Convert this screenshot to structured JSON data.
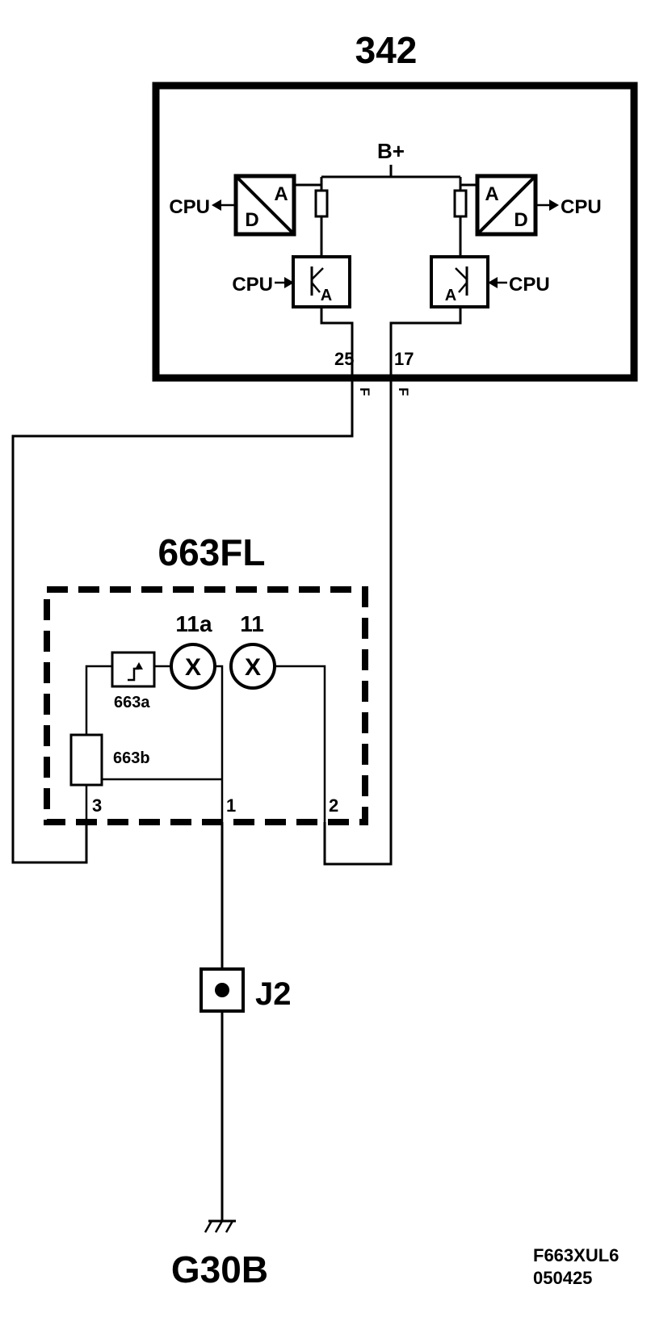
{
  "module_342": {
    "title": "342",
    "supply": "B+",
    "adc_left": {
      "a": "A",
      "d": "D",
      "output": "CPU"
    },
    "adc_right": {
      "a": "A",
      "d": "D",
      "output": "CPU"
    },
    "driver_left": {
      "input": "CPU",
      "glyph": "A"
    },
    "driver_right": {
      "input": "CPU",
      "glyph": "A"
    },
    "pin_left": "25",
    "pin_right": "17",
    "connector_left": "F",
    "connector_right": "F"
  },
  "module_663fl": {
    "title": "663FL",
    "lamp_left": {
      "label": "11a",
      "symbol": "X"
    },
    "lamp_right": {
      "label": "11",
      "symbol": "X"
    },
    "part_a": "663a",
    "part_b": "663b",
    "pin_3": "3",
    "pin_1": "1",
    "pin_2": "2"
  },
  "splice": {
    "label": "J2"
  },
  "ground": {
    "label": "G30B"
  },
  "footer": {
    "code": "F663XUL6",
    "date": "050425"
  }
}
